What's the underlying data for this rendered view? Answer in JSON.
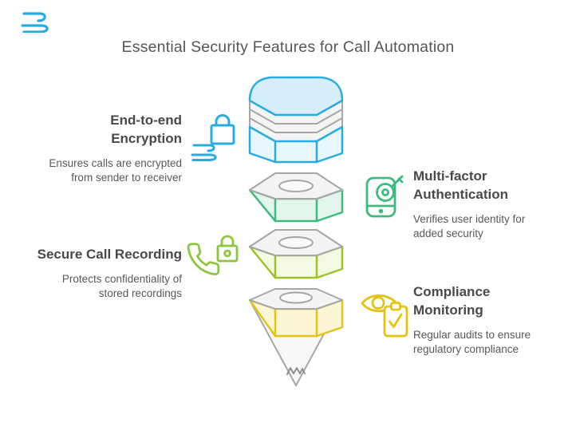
{
  "title": "Essential Security Features for Call Automation",
  "brand": {
    "icon": "hand-swoosh-logo-icon",
    "color": "#29ABE2"
  },
  "features": [
    {
      "id": "end-to-end-encryption",
      "title_lines": [
        "End-to-end",
        "Encryption"
      ],
      "desc_lines": [
        "Ensures calls are encrypted",
        "from sender to receiver"
      ],
      "icon": "padlock-hand-icon",
      "accent": "#29ABE2",
      "side": "left"
    },
    {
      "id": "multi-factor-authentication",
      "title_lines": [
        "Multi-factor",
        "Authentication"
      ],
      "desc_lines": [
        "Verifies user identity for",
        "added security"
      ],
      "icon": "phone-key-icon",
      "accent": "#3BBB7D",
      "side": "right"
    },
    {
      "id": "secure-call-recording",
      "title_lines": [
        "Secure Call Recording"
      ],
      "desc_lines": [
        "Protects confidentiality of",
        "stored recordings"
      ],
      "icon": "handset-padlock-icon",
      "accent": "#8CC63F",
      "side": "left"
    },
    {
      "id": "compliance-monitoring",
      "title_lines": [
        "Compliance",
        "Monitoring"
      ],
      "desc_lines": [
        "Regular audits to ensure",
        "regulatory compliance"
      ],
      "icon": "eye-clipboard-icon",
      "accent": "#E4C313",
      "side": "right"
    }
  ],
  "funnel": {
    "layers": [
      {
        "name": "layer-1",
        "shape": "octagonal-drum",
        "color": "#29ABE2"
      },
      {
        "name": "layer-2",
        "shape": "hex-ring",
        "color": "#3BBB7D"
      },
      {
        "name": "layer-3",
        "shape": "hex-ring",
        "color": "#9BC327"
      },
      {
        "name": "layer-4",
        "shape": "hex-ring-over-cone",
        "color": "#E4C313"
      }
    ]
  },
  "text_colors": {
    "title": "#55565A",
    "heading": "#48494B",
    "body": "#58585A"
  }
}
